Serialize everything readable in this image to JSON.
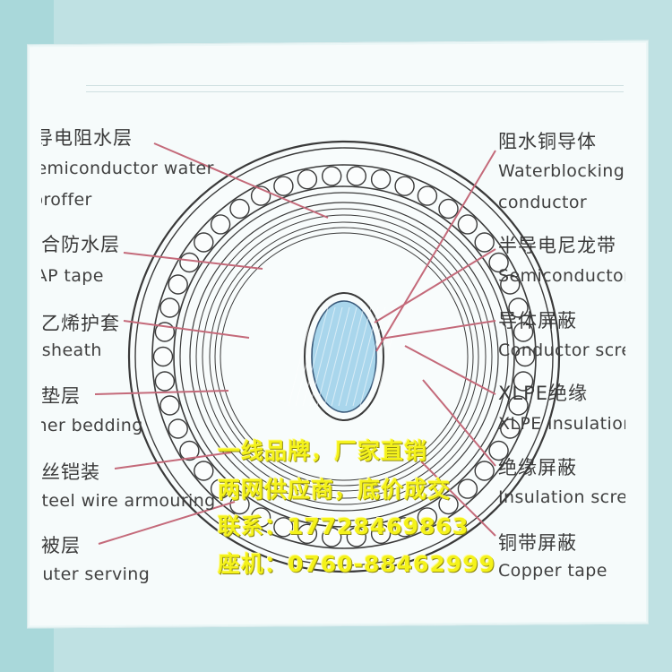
{
  "left_labels": [
    {
      "cn": "半导电阻水层",
      "en": "Semiconductor water",
      "en2": "proffer"
    },
    {
      "cn": "综合防水层",
      "en": "CAP tape"
    },
    {
      "cn": "聚乙烯护套",
      "en": "PE sheath"
    },
    {
      "cn": "内垫层",
      "en": "Inner bedding"
    },
    {
      "cn": "钢丝铠装",
      "en": "Steel wire armouring"
    },
    {
      "cn": "外被层",
      "en": "Outer serving"
    }
  ],
  "right_labels": [
    {
      "cn": "阻水铜导体",
      "en": "Waterblocking copper",
      "en2": "conductor"
    },
    {
      "cn": "半导电尼龙带",
      "en": "Semiconductor nylon"
    },
    {
      "cn": "导体屏蔽",
      "en": "Conductor screen"
    },
    {
      "cn": "XLPE绝缘",
      "en": "XLPE insulation"
    },
    {
      "cn": "绝缘屏蔽",
      "en": "Insulation screen"
    },
    {
      "cn": "铜带屏蔽",
      "en": "Copper tape"
    }
  ],
  "promo": {
    "line1": "一线品牌，厂家直销",
    "line2": "两网供应商，底价成交",
    "line3": "联系：17728469863",
    "line4": "座机：0760-88462999"
  },
  "colors": {
    "background": "#bfe1e3",
    "panel": "#f6fbfb",
    "leader_line": "#c46a7a",
    "ring_stroke": "#3a3a3a",
    "conductor_fill": "#a9d6ec",
    "promo_text": "#f4f21a"
  }
}
